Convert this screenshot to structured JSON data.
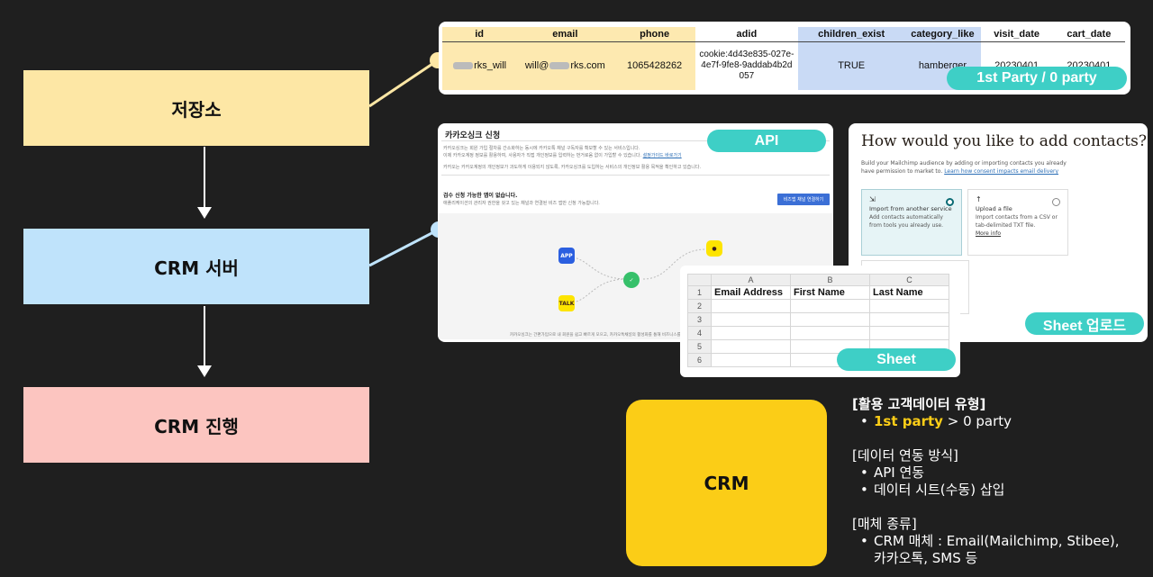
{
  "flow": {
    "storage": "저장소",
    "server": "CRM 서버",
    "progress": "CRM 진행"
  },
  "table": {
    "headers": [
      "id",
      "email",
      "phone",
      "adid",
      "children_exist",
      "category_like",
      "visit_date",
      "cart_date"
    ],
    "row": {
      "id_suffix": "rks_will",
      "email_prefix": "will@",
      "email_suffix": "rks.com",
      "phone": "1065428262",
      "adid": "cookie:4d43e835-027e-4e7f-9fe8-9addab4b2d057",
      "children_exist": "TRUE",
      "category_like": "hamberger",
      "visit_date": "20230401",
      "cart_date": "20230401"
    },
    "badge": "1st Party / 0 party"
  },
  "kakao": {
    "title": "카카오싱크 신청",
    "desc1": "카카오싱크는 회원 가입 절차를 간소화하는 동시에 카카오톡 채널 구독자를 확보할 수 있는 서비스입니다.",
    "desc2": "이제 카카오계정 정보를 활용하여, 사용자가 직접 개인정보를 입력하는 번거로움 없이 가입할 수 있습니다.",
    "guide_link": "설정가이드 바로가기",
    "note": "카카오는 카카오계정의 개인정보가 과도하게 이용되지 않도록, 카카오싱크를 도입하는 서비스의 개인정보 활용 목적을 확인하고 있습니다.",
    "sub_title": "검수 신청 가능한 앱이 없습니다.",
    "sub_desc": "애플리케이션의 관리자 권한을 갖고 있는 채널과 연결된 비즈 앱만 신청 가능합니다.",
    "button": "비즈앱 채널 연결하기",
    "app_label": "APP",
    "talk_label": "TALK",
    "footer": "카카오싱크는 간편가입으로 내 회원을 쉽고 빠르게 모으고, 카카오톡채널의 활성화를 통해 비즈니스를 성장시킬 수 있습니다.",
    "badge": "API"
  },
  "mailchimp": {
    "title": "How would you like to add contacts?",
    "desc": "Build your Mailchimp audience by adding or importing contacts you already have permission to market to.",
    "desc_link": "Learn how consent impacts email delivery",
    "opt1_title": "Import from another service",
    "opt1_desc": "Add contacts automatically from tools you already use.",
    "opt2_title": "Upload a file",
    "opt2_desc": "Import contacts from a CSV or tab-delimited TXT file.",
    "opt2_link": "More info",
    "badge": "Sheet 업로드"
  },
  "sheet": {
    "cols": [
      "A",
      "B",
      "C"
    ],
    "headers": [
      "Email Address",
      "First Name",
      "Last Name"
    ],
    "rows": [
      "1",
      "2",
      "3",
      "4",
      "5",
      "6"
    ],
    "badge": "Sheet"
  },
  "crm_box": "CRM",
  "info": {
    "sec1_title": "[활용 고객데이터 유형]",
    "sec1_hl": "1st party",
    "sec1_rest": " > 0 party",
    "sec2_title": "[데이터 연동 방식]",
    "sec2_item1": "API 연동",
    "sec2_item2": "데이터 시트(수동) 삽입",
    "sec3_title": "[매체 종류]",
    "sec3_item1": "CRM 매체 : Email(Mailchimp, Stibee),",
    "sec3_item2": "카카오톡, SMS 등"
  },
  "colors": {
    "background": "#1f1f1f",
    "storage": "#fde7a5",
    "server": "#bfe3fb",
    "progress": "#fcc5c0",
    "badge": "#3ecfc6",
    "crm_yellow": "#fbcd17"
  }
}
